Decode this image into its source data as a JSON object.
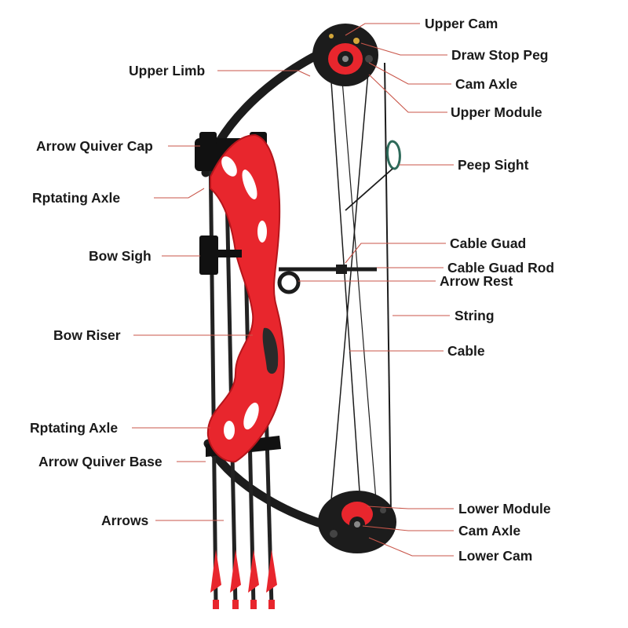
{
  "colors": {
    "riser": "#e8262d",
    "riser_dark": "#b5151b",
    "limb": "#1c1c1c",
    "leader": "#c9564a",
    "text": "#1a1a1a",
    "fletch": "#e8262d"
  },
  "labels": {
    "upper_cam": "Upper Cam",
    "draw_stop_peg": "Draw Stop Peg",
    "cam_axle_top": "Cam Axle",
    "upper_module": "Upper Module",
    "peep_sight": "Peep Sight",
    "cable_guard": "Cable Guad",
    "cable_guard_rod": "Cable Guad Rod",
    "arrow_rest": "Arrow Rest",
    "string": "String",
    "cable": "Cable",
    "lower_module": "Lower Module",
    "cam_axle_bottom": "Cam Axle",
    "lower_cam": "Lower Cam",
    "upper_limb": "Upper Limb",
    "arrow_quiver_cap": "Arrow Quiver Cap",
    "rotating_axle_top": "Rptating Axle",
    "bow_sight": "Bow Sigh",
    "bow_riser": "Bow Riser",
    "rotating_axle_bottom": "Rptating Axle",
    "arrow_quiver_base": "Arrow Quiver Base",
    "arrows": "Arrows"
  }
}
